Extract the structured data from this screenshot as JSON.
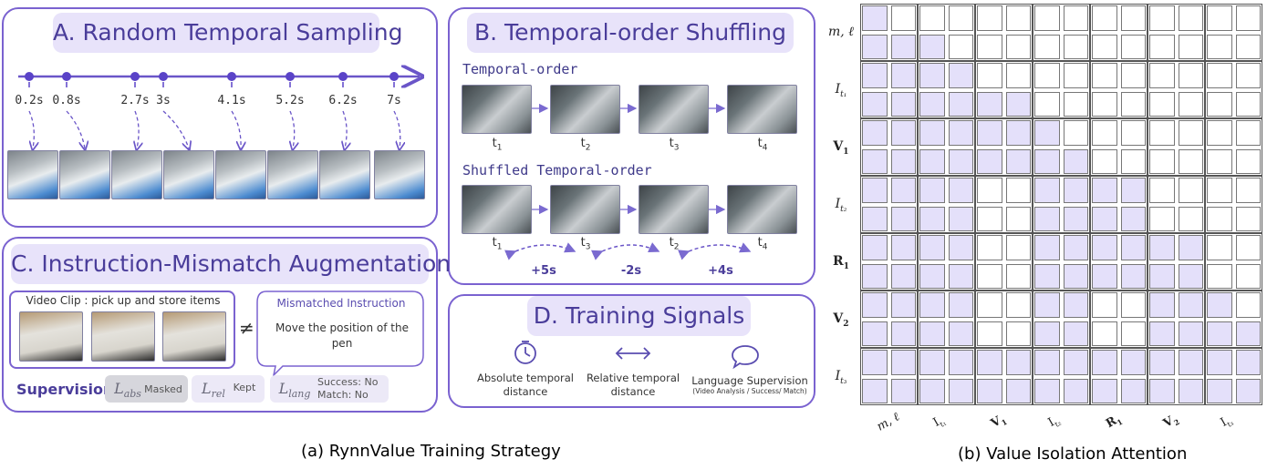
{
  "panelA": {
    "title": "A. Random Temporal Sampling",
    "times": [
      "0.2s",
      "0.8s",
      "2.7s",
      "3s",
      "4.1s",
      "5.2s",
      "6.2s",
      "7s"
    ]
  },
  "panelB": {
    "title": "B. Temporal-order Shuffling",
    "ordered_label": "Temporal-order",
    "shuffled_label": "Shuffled Temporal-order",
    "ordered_frames": [
      "t",
      "t",
      "t",
      "t"
    ],
    "ordered_subs": [
      "1",
      "2",
      "3",
      "4"
    ],
    "shuffled_subs": [
      "1",
      "3",
      "2",
      "4"
    ],
    "offsets": [
      "+5s",
      "-2s",
      "+4s"
    ]
  },
  "panelC": {
    "title": "C. Instruction-Mismatch Augmentation",
    "clip_label": "Video Clip : pick up and store items",
    "neq": "≠",
    "mismatch_title": "Mismatched Instruction",
    "mismatch_text": "Move the position of the pen",
    "supervision": "Supervision",
    "l_abs": "L",
    "l_abs_sub": "abs",
    "l_abs_note": "Masked",
    "l_rel": "L",
    "l_rel_sub": "rel",
    "l_rel_note": "Kept",
    "l_lang": "L",
    "l_lang_sub": "lang",
    "l_lang_note1": "Success: No",
    "l_lang_note2": "Match: No"
  },
  "panelD": {
    "title": "D. Training Signals",
    "sig1": "Absolute temporal distance",
    "sig2": "Relative temporal distance",
    "sig3": "Language Supervision",
    "sig3_sub": "(Video Analysis / Success/ Match)"
  },
  "captions": {
    "left": "(a) RynnValue Training Strategy",
    "right": "(b) Value Isolation Attention"
  },
  "matrix": {
    "row_labels": [
      "m, ℓ",
      "I",
      "V",
      "I",
      "R",
      "V",
      "I"
    ],
    "row_label_subs": [
      "",
      "t₁",
      "1",
      "t₂",
      "1",
      "2",
      "t₃"
    ],
    "col_labels": [
      "m, ℓ",
      "I",
      "V",
      "I",
      "R",
      "V",
      "I"
    ],
    "col_label_subs": [
      "",
      "t₁",
      "1",
      "t₂",
      "1",
      "2",
      "t₃"
    ],
    "highlight_rows": [
      [
        0
      ],
      [
        0,
        1,
        2
      ],
      [
        0,
        1,
        2,
        3
      ],
      [
        0,
        1,
        2,
        3,
        4,
        5
      ],
      [
        0,
        1,
        2,
        3,
        4,
        5,
        6
      ],
      [
        0,
        1,
        2,
        3,
        4,
        5,
        6,
        7
      ],
      [
        0,
        1,
        2,
        3,
        6,
        7,
        8,
        9
      ],
      [
        0,
        1,
        2,
        3,
        6,
        7,
        8,
        9
      ],
      [
        0,
        1,
        2,
        3,
        6,
        7,
        8,
        9,
        10,
        11
      ],
      [
        0,
        1,
        2,
        3,
        6,
        7,
        8,
        9,
        10,
        11
      ],
      [
        0,
        1,
        2,
        3,
        6,
        7,
        10,
        11,
        12
      ],
      [
        0,
        1,
        2,
        3,
        6,
        7,
        10,
        11,
        12,
        13
      ],
      [
        0,
        1,
        2,
        3,
        4,
        5,
        6,
        7,
        8,
        9,
        10,
        11,
        12,
        13
      ],
      [
        0,
        1,
        2,
        3,
        4,
        5,
        6,
        7,
        8,
        9,
        10,
        11,
        12,
        13
      ]
    ]
  }
}
